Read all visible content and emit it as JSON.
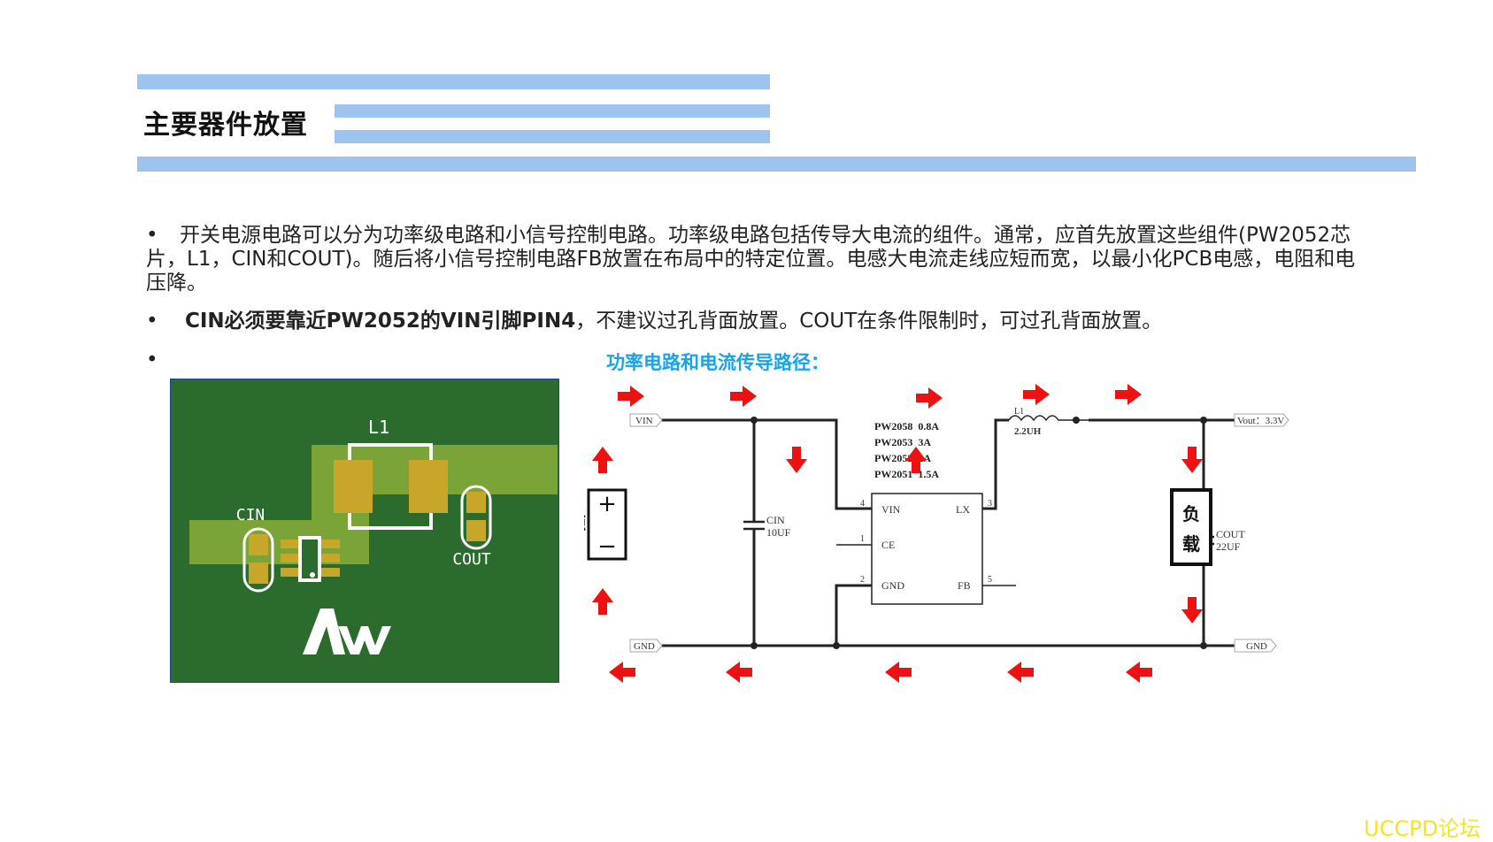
{
  "header": {
    "title": "主要器件放置"
  },
  "bullets": [
    {
      "marker": "•",
      "text": "开关电源电路可以分为功率级电路和小信号控制电路。功率级电路包括传导大电流的组件。通常，应首先放置这些组件(PW2052芯片，L1，CIN和COUT)。随后将小信号控制电路FB放置在布局中的特定位置。电感大电流走线应短而宽，以最小化PCB电感，电阻和电压降。"
    },
    {
      "marker": "•",
      "bold": "CIN必须要靠近PW2052的VIN引脚PIN4",
      "text": "，不建议过孔背面放置。COUT在条件限制时，可过孔背面放置。"
    },
    {
      "marker": "•"
    }
  ],
  "diagram_title": "功率电路和电流传导路径：",
  "pcb": {
    "l1": "L1",
    "cin": "CIN",
    "cout": "COUT",
    "board_color": "#2b6b2e",
    "pad_color": "#c8a62a"
  },
  "schematic": {
    "vin": "VIN",
    "gnd_left": "GND",
    "gnd_right": "GND",
    "vout": "Vout：3.3V",
    "l1_name": "L1",
    "l1_value": "2.2UH",
    "cin_name": "CIN",
    "cin_value": "10UF",
    "cout_name": "COUT",
    "cout_value": "22UF",
    "pin_vin": "VIN",
    "pin_lx": "LX",
    "pin_ce": "CE",
    "pin_gnd": "GND",
    "pin_fb": "FB",
    "pin4": "4",
    "pin3": "3",
    "pin1": "1",
    "pin2": "2",
    "pin5": "5",
    "parts": [
      "PW2058  0.8A",
      "PW2053  3A",
      "PW2052  2A",
      "PW2051  1.5A"
    ],
    "source_label": "电源",
    "plus": "+",
    "minus": "−",
    "load_top": "负",
    "load_bottom": "载",
    "arrow_color": "#ee1111"
  },
  "watermark": "UCCPD论坛"
}
